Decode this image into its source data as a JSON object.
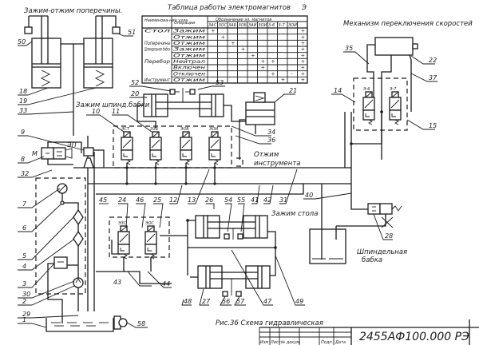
{
  "captions": {
    "clamp_crossbar": "Зажим-отжим поперечины.",
    "table_title": "Таблица работы электромагнитов",
    "table_ref": "Э",
    "speed_mechanism": "Механизм переключения скоростей",
    "spindle_clamp": "Зажим шпинд.бабки",
    "tool_release_1": "Отжим",
    "tool_release_2": "инструмента",
    "table_clamp": "Зажим стола",
    "spindle_head_1": "Шпиндельная",
    "spindle_head_2": "бабка",
    "figure_caption": "Рис.36 Схема гидравлическая",
    "drawing_number": "2455АФ100.000 РЭ"
  },
  "table": {
    "col_headers": [
      "Наименова-ние узла",
      "Операции",
      "Обозначение эл. магнитов"
    ],
    "magnet_codes": [
      "3АС",
      "3ОС",
      "3АБ",
      "3ОБ",
      "3АИ",
      "3ОИ",
      "3-6",
      "3-7",
      "3ОИ",
      ""
    ],
    "rows": [
      {
        "unit": "Стол",
        "operation": "Зажим",
        "marks": [
          "+",
          "",
          "",
          "",
          "",
          "",
          "",
          "",
          "",
          "+"
        ]
      },
      {
        "unit": "",
        "operation": "Отжим",
        "marks": [
          "",
          "+",
          "",
          "",
          "",
          "",
          "",
          "",
          "",
          "+"
        ]
      },
      {
        "unit": "Поперечина",
        "operation": "Отжим",
        "marks": [
          "",
          "",
          "+",
          "",
          "",
          "",
          "",
          "",
          "",
          "+"
        ]
      },
      {
        "unit": "Шпиндельная бабка",
        "operation": "Зажим",
        "marks": [
          "",
          "",
          "",
          "+",
          "",
          "",
          "",
          "",
          "",
          "+"
        ]
      },
      {
        "unit": "",
        "operation": "Отжим",
        "marks": [
          "",
          "",
          "",
          "",
          "+",
          "",
          "",
          "",
          "",
          "+"
        ]
      },
      {
        "unit": "Перебор",
        "operation": "Нейтрал",
        "marks": [
          "",
          "",
          "",
          "",
          "",
          "+",
          "+",
          "",
          "",
          "+"
        ]
      },
      {
        "unit": "",
        "operation": "Включен",
        "marks": [
          "",
          "",
          "",
          "",
          "",
          "+",
          "",
          "",
          "",
          "+"
        ]
      },
      {
        "unit": "",
        "operation": "Отключен",
        "marks": [
          "",
          "",
          "",
          "",
          "",
          "",
          "+",
          "",
          "-",
          "+"
        ]
      },
      {
        "unit": "Инструмент",
        "operation": "Отжим",
        "marks": [
          "",
          "",
          "",
          "",
          "",
          "",
          "",
          "+",
          "",
          "+"
        ]
      }
    ]
  },
  "valve_labels": {
    "v1": "ЭСТ",
    "v2": "ЭЗБ",
    "v3": "ЭОБ",
    "v4": "ЭОИ",
    "v5": "ЭЗС",
    "v6": "ЭОС",
    "v7": "Э-6",
    "v8": "Э-7",
    "v9": "ЭП"
  },
  "callouts": {
    "n1": "1",
    "n2": "2",
    "n3": "3",
    "n4": "4",
    "n5": "5",
    "n6": "6",
    "n7": "7",
    "n8": "8",
    "n9": "9",
    "n10": "10",
    "n11": "11",
    "n12": "12",
    "n13": "13",
    "n14": "14",
    "n15": "15",
    "n18": "18",
    "n19": "19",
    "n20": "20",
    "n21": "21",
    "n22": "22",
    "n24": "24",
    "n25": "25",
    "n26": "26",
    "n27": "27",
    "n28": "28",
    "n29": "29",
    "n30": "30",
    "n31": "31",
    "n32": "32",
    "n33": "33",
    "n34": "34",
    "n35": "35",
    "n36": "36",
    "n37": "37",
    "n40": "40",
    "n41": "41",
    "n42": "42",
    "n43": "43",
    "n44": "44",
    "n45": "45",
    "n46": "46",
    "n47": "47",
    "n48": "48",
    "n49": "49",
    "n50": "50",
    "n51": "51",
    "n52": "52",
    "n53": "53",
    "n54": "54",
    "n55": "55",
    "n56": "56",
    "n57": "57",
    "n58": "58",
    "motor": "М"
  },
  "title_block": {
    "cells": [
      "Изм",
      "Лист",
      "№ докум.",
      "Подп.",
      "Дата"
    ]
  }
}
